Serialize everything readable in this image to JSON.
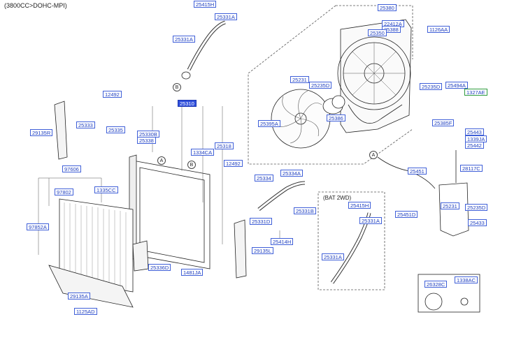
{
  "header": "(3800CC>DOHC-MPI)",
  "subassembly_label": "(BAT 2WD)",
  "callouts": [
    "A",
    "B",
    "B",
    "A"
  ],
  "selected_part": "25310",
  "parts": [
    "25415H",
    "25331A",
    "25331A",
    "25380",
    "22412A",
    "25388",
    "25350",
    "1126AA",
    "25231",
    "25235D",
    "12492",
    "25310",
    "25395A",
    "25386",
    "25235D",
    "25494A",
    "1327AE",
    "25333",
    "25335",
    "25330B",
    "25338",
    "1334CA",
    "25318",
    "25385F",
    "25443",
    "1339JA",
    "25442",
    "29135R",
    "12492",
    "25334A",
    "25334",
    "25451",
    "28117C",
    "97606",
    "97802",
    "1335CC",
    "25415H",
    "25331B",
    "25231",
    "25451D",
    "25235D",
    "97852A",
    "25331D",
    "25331A",
    "25433",
    "25414H",
    "25331A",
    "29135L",
    "25336D",
    "1481JA",
    "29135A",
    "26328C",
    "1338AC",
    "1125AD"
  ]
}
